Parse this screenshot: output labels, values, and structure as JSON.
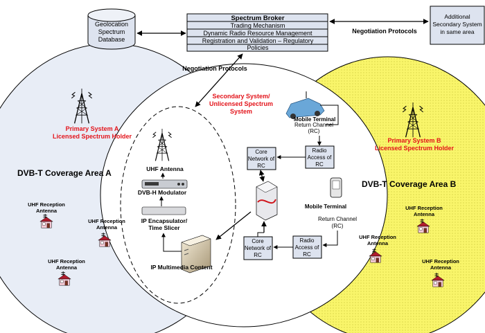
{
  "colors": {
    "area_a_fill": "#e8edf6",
    "area_b_fill": "#f9f56a",
    "box_fill": "#dde3ef",
    "accent_red": "#e3141b",
    "line": "#000000"
  },
  "geolocation_db": {
    "line1": "Geolocation",
    "line2": "Spectrum",
    "line3": "Database"
  },
  "spectrum_broker": {
    "title": "Spectrum Broker",
    "rows": [
      "Trading Mechanism",
      "Dynamic Radio Resource Management",
      "Registration and Validation – Regulatory",
      "Policies"
    ]
  },
  "negotiation_protocols_top": "Negotiation Protocols",
  "additional_secondary": {
    "line1": "Additional",
    "line2": "Secondary System",
    "line3": "in same area"
  },
  "negotiation_protocols_mid": "Negotiation Protocols",
  "secondary_system": {
    "line1": "Secondary System/",
    "line2": "Unlicensed Spectrum",
    "line3": "System"
  },
  "primary_a": {
    "line1": "Primary System A",
    "line2": "Licensed Spectrum Holder"
  },
  "primary_b": {
    "line1": "Primary System B",
    "line2": "Licensed Spectrum Holder"
  },
  "coverage_a": "DVB-T Coverage Area A",
  "coverage_b": "DVB-T Coverage Area B",
  "uhf_reception": {
    "line1": "UHF Reception",
    "line2": "Antenna"
  },
  "uhf_antenna": "UHF Antenna",
  "dvbh_modulator": "DVB-H Modulator",
  "ip_encapsulator": {
    "line1": "IP Encapsulator/",
    "line2": "Time Slicer"
  },
  "ip_multimedia": "IP Multimedia Content",
  "mobile_terminal": "Mobile Terminal",
  "return_channel": {
    "line1": "Return Channel",
    "line2": "(RC)"
  },
  "core_network": {
    "line1": "Core",
    "line2": "Network of",
    "line3": "RC"
  },
  "radio_access": {
    "line1": "Radio",
    "line2": "Access of",
    "line3": "RC"
  }
}
